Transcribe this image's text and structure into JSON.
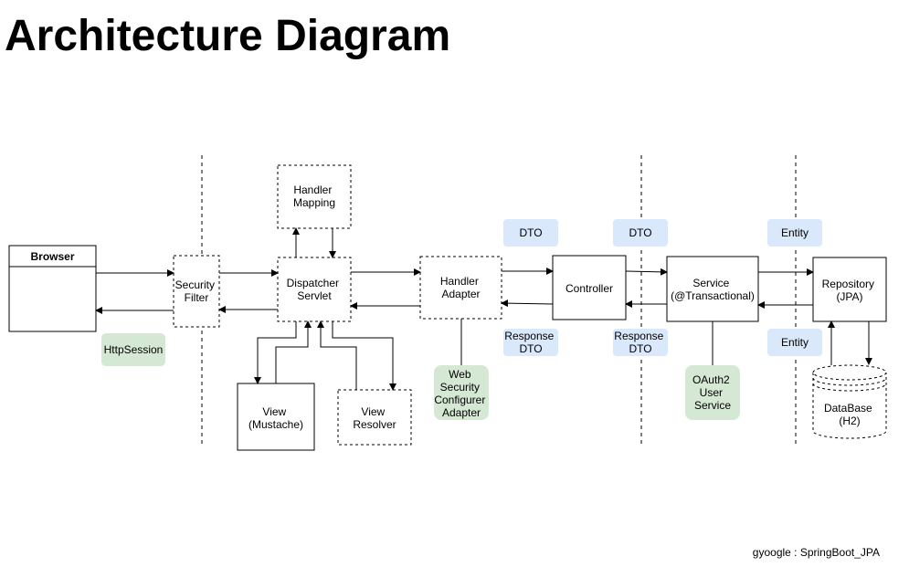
{
  "title": "Architecture Diagram",
  "footer": "gyoogle : SpringBoot_JPA",
  "colors": {
    "tag_blue": "#dae8fc",
    "tag_green": "#d5e8d4",
    "stroke": "#000000"
  },
  "nodes": {
    "browser": "Browser",
    "security_filter": [
      "Security",
      "Filter"
    ],
    "handler_mapping": [
      "Handler",
      "Mapping"
    ],
    "dispatcher_servlet": [
      "Dispatcher",
      "Servlet"
    ],
    "handler_adapter": [
      "Handler",
      "Adapter"
    ],
    "controller": "Controller",
    "service": [
      "Service",
      "(@Transactional)"
    ],
    "repository": [
      "Repository",
      "(JPA)"
    ],
    "view": [
      "View",
      "(Mustache)"
    ],
    "view_resolver": [
      "View",
      "Resolver"
    ],
    "database": [
      "DataBase",
      "(H2)"
    ]
  },
  "tags": {
    "http_session": "HttpSession",
    "web_security": [
      "Web",
      "Security",
      "Configurer",
      "Adapter"
    ],
    "oauth2": [
      "OAuth2",
      "User",
      "Service"
    ],
    "dto_1": "DTO",
    "dto_2": "DTO",
    "entity_1": "Entity",
    "response_dto_1": [
      "Response",
      "DTO"
    ],
    "response_dto_2": [
      "Response",
      "DTO"
    ],
    "entity_2": "Entity"
  }
}
